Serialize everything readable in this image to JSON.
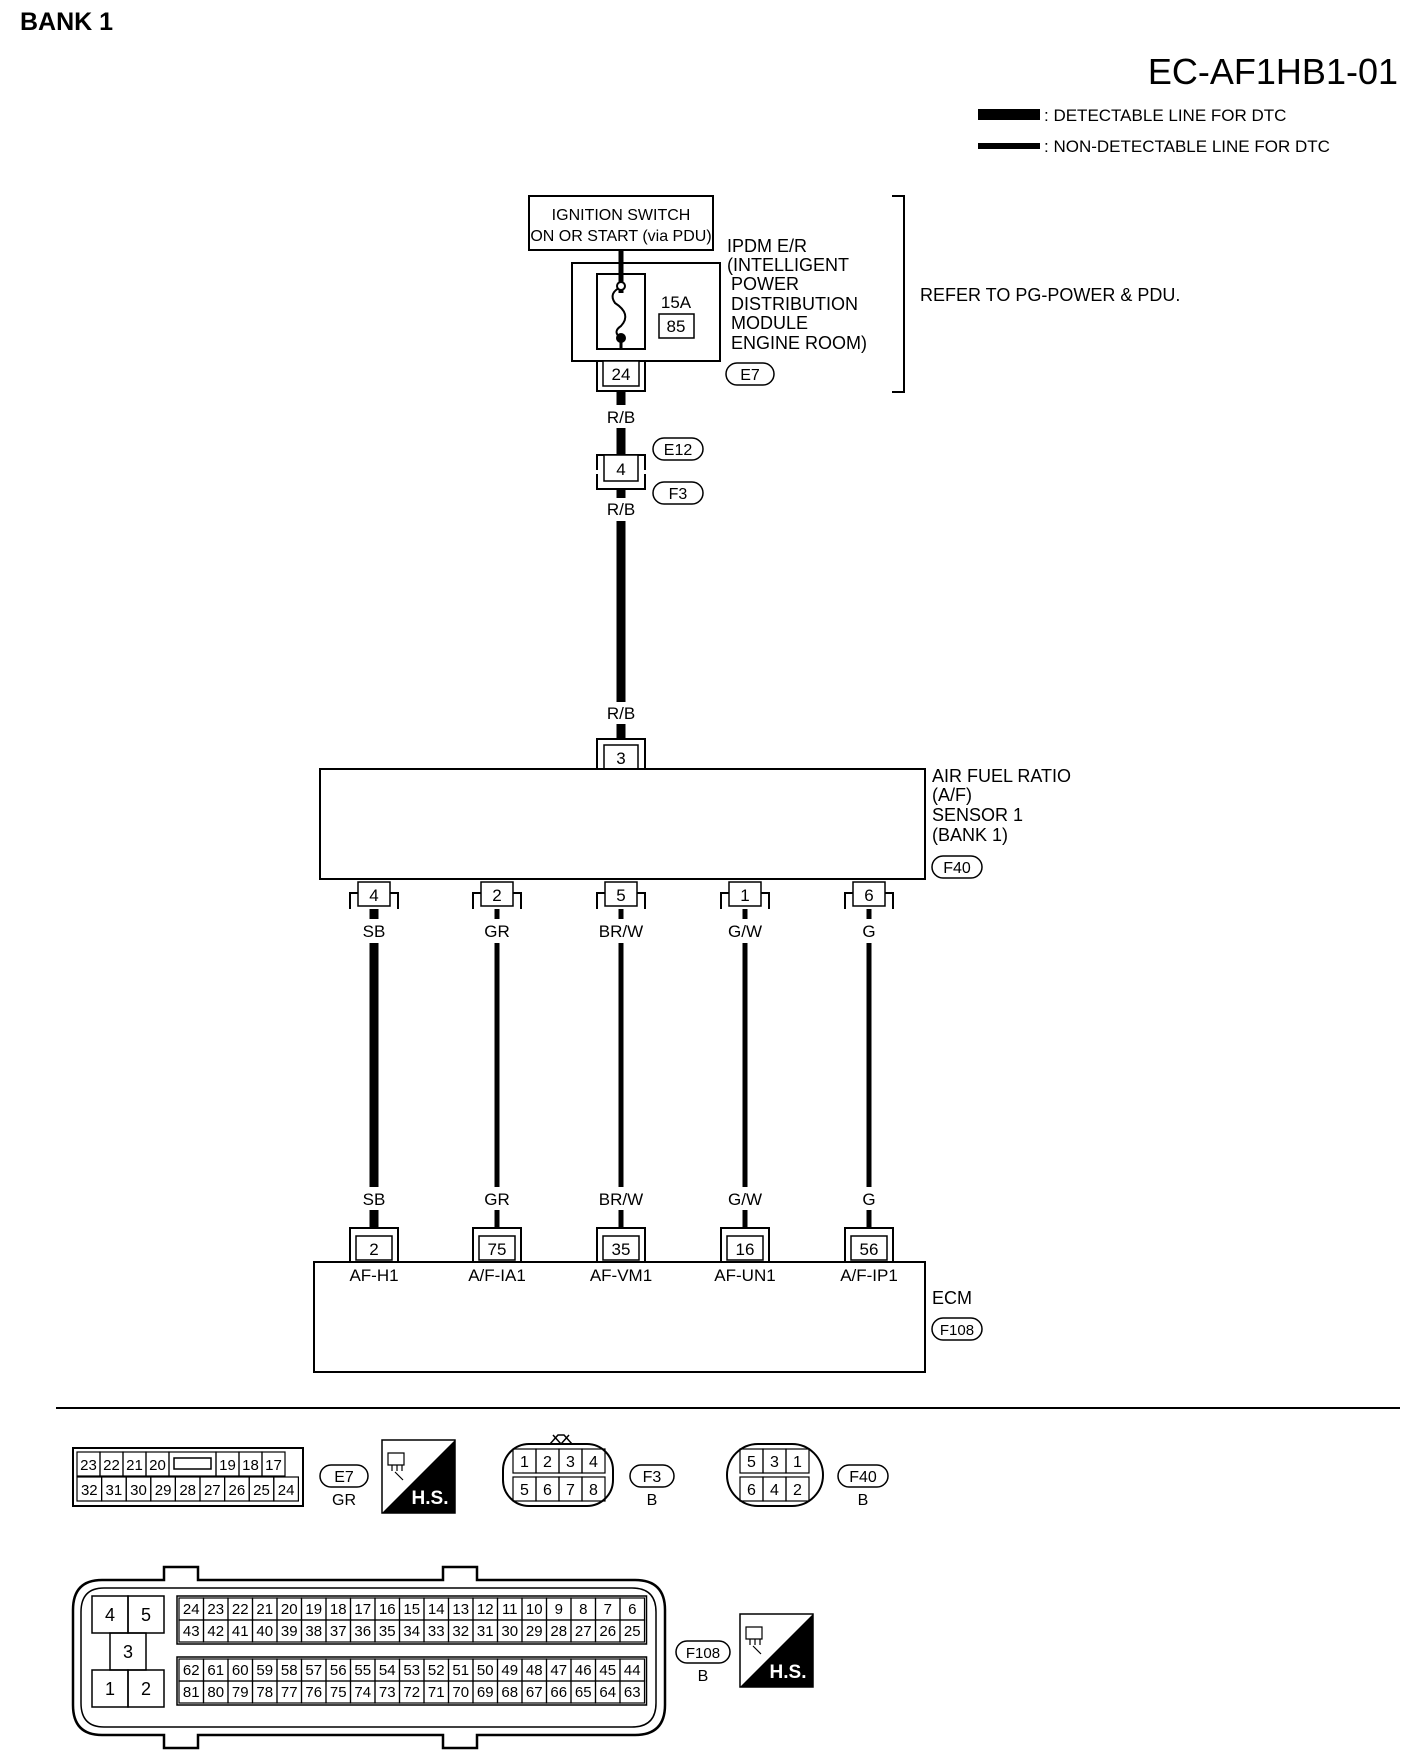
{
  "page_label": "BANK 1",
  "diagram_code": "EC-AF1HB1-01",
  "legend": {
    "detectable": ": DETECTABLE LINE FOR DTC",
    "non_detectable": ": NON-DETECTABLE LINE FOR DTC"
  },
  "ignition": {
    "line1": "IGNITION SWITCH",
    "line2": "ON OR START (via PDU)"
  },
  "ipdm": {
    "lines": [
      "IPDM E/R",
      "(INTELLIGENT",
      "POWER",
      "DISTRIBUTION",
      "MODULE",
      "ENGINE ROOM)"
    ],
    "fuse_rating": "15A",
    "fuse_number": "85",
    "terminal": "24",
    "connector": "E7",
    "refer": "REFER TO PG-POWER & PDU."
  },
  "power_wire": {
    "color_top": "R/B",
    "junction_terminal": "4",
    "junction_connector_top": "E12",
    "junction_connector_bottom": "F3",
    "color_mid": "R/B",
    "color_bottom": "R/B"
  },
  "sensor": {
    "lines": [
      "AIR FUEL RATIO",
      "(A/F)",
      "SENSOR 1",
      "(BANK 1)"
    ],
    "connector": "F40",
    "power_terminal": "3"
  },
  "signal_wires": [
    {
      "sensor_pin": "4",
      "color": "SB",
      "ecm_pin": "2",
      "ecm_label": "AF-H1"
    },
    {
      "sensor_pin": "2",
      "color": "GR",
      "ecm_pin": "75",
      "ecm_label": "A/F-IA1"
    },
    {
      "sensor_pin": "5",
      "color": "BR/W",
      "ecm_pin": "35",
      "ecm_label": "AF-VM1"
    },
    {
      "sensor_pin": "1",
      "color": "G/W",
      "ecm_pin": "16",
      "ecm_label": "AF-UN1"
    },
    {
      "sensor_pin": "6",
      "color": "G",
      "ecm_pin": "56",
      "ecm_label": "A/F-IP1"
    }
  ],
  "ecm": {
    "label": "ECM",
    "connector": "F108"
  },
  "connector_views": {
    "e7": {
      "id": "E7",
      "color": "GR",
      "row1": [
        "23",
        "22",
        "21",
        "20",
        "",
        "19",
        "18",
        "17"
      ],
      "row2": [
        "32",
        "31",
        "30",
        "29",
        "28",
        "27",
        "26",
        "25",
        "24"
      ]
    },
    "f3": {
      "id": "F3",
      "color": "B",
      "row1": [
        "1",
        "2",
        "3",
        "4"
      ],
      "row2": [
        "5",
        "6",
        "7",
        "8"
      ]
    },
    "f40": {
      "id": "F40",
      "color": "B",
      "row1": [
        "5",
        "3",
        "1"
      ],
      "row2": [
        "6",
        "4",
        "2"
      ]
    },
    "f108": {
      "id": "F108",
      "color": "B",
      "left_block": [
        "4",
        "5",
        "3",
        "1",
        "2"
      ],
      "row1": [
        "24",
        "23",
        "22",
        "21",
        "20",
        "19",
        "18",
        "17",
        "16",
        "15",
        "14",
        "13",
        "12",
        "11",
        "10",
        "9",
        "8",
        "7",
        "6"
      ],
      "row2": [
        "43",
        "42",
        "41",
        "40",
        "39",
        "38",
        "37",
        "36",
        "35",
        "34",
        "33",
        "32",
        "31",
        "30",
        "29",
        "28",
        "27",
        "26",
        "25"
      ],
      "row3": [
        "62",
        "61",
        "60",
        "59",
        "58",
        "57",
        "56",
        "55",
        "54",
        "53",
        "52",
        "51",
        "50",
        "49",
        "48",
        "47",
        "46",
        "45",
        "44"
      ],
      "row4": [
        "81",
        "80",
        "79",
        "78",
        "77",
        "76",
        "75",
        "74",
        "73",
        "72",
        "71",
        "70",
        "69",
        "68",
        "67",
        "66",
        "65",
        "64",
        "63"
      ]
    },
    "hs_label": "H.S."
  }
}
